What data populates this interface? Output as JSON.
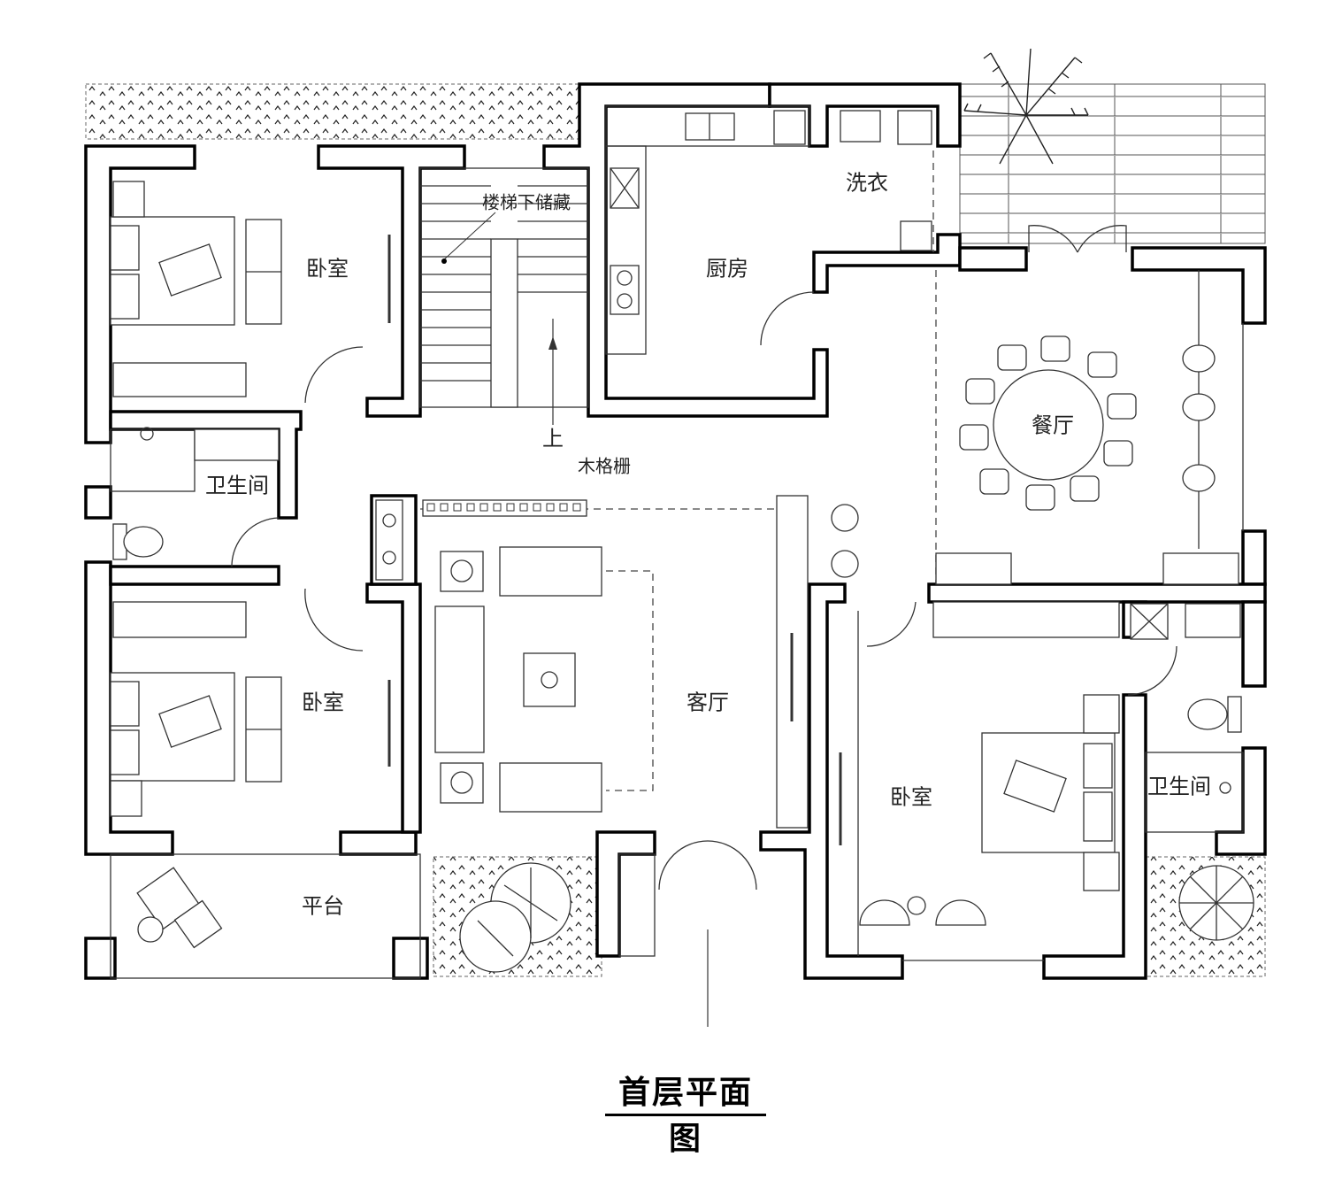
{
  "title": "首层平面图",
  "rooms": {
    "bedroom_top_left": "卧室",
    "stair_storage": "楼梯下储藏",
    "kitchen": "厨房",
    "laundry": "洗衣",
    "bathroom_left": "卫生间",
    "stair_up": "上",
    "wood_lattice": "木格栅",
    "dining": "餐厅",
    "bedroom_mid_left": "卧室",
    "living": "客厅",
    "bedroom_right": "卧室",
    "bathroom_right": "卫生间",
    "terrace": "平台"
  }
}
